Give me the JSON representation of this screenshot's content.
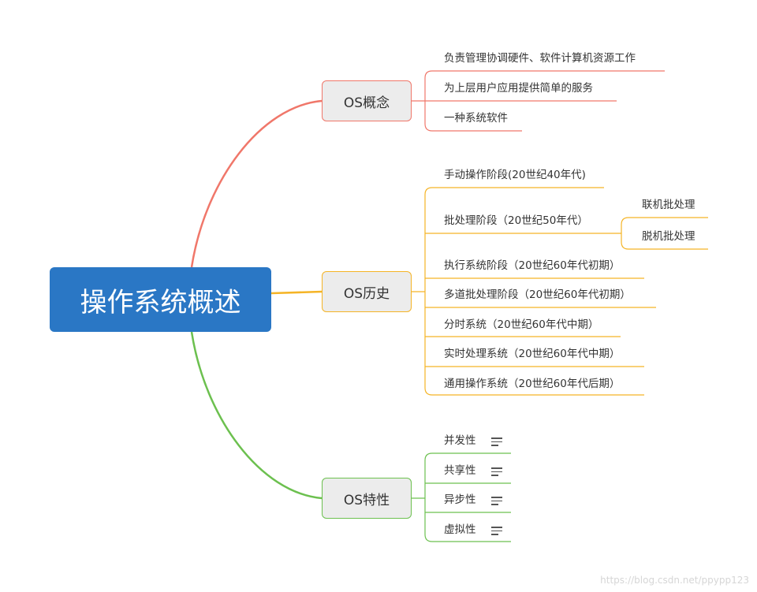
{
  "root": {
    "label": "操作系统概述"
  },
  "colors": {
    "root": "#2a77c5",
    "concept": "#f0776a",
    "history": "#f5b426",
    "features": "#6cc04f"
  },
  "branches": [
    {
      "id": "concept",
      "label": "OS概念",
      "children": [
        {
          "label": "负责管理协调硬件、软件计算机资源工作"
        },
        {
          "label": "为上层用户应用提供简单的服务"
        },
        {
          "label": "一种系统软件"
        }
      ]
    },
    {
      "id": "history",
      "label": "OS历史",
      "children": [
        {
          "label": "手动操作阶段(20世纪40年代)"
        },
        {
          "label": "批处理阶段（20世纪50年代）",
          "children": [
            {
              "label": "联机批处理"
            },
            {
              "label": "脱机批处理"
            }
          ]
        },
        {
          "label": "执行系统阶段（20世纪60年代初期）"
        },
        {
          "label": "多道批处理阶段（20世纪60年代初期）"
        },
        {
          "label": "分时系统（20世纪60年代中期）"
        },
        {
          "label": "实时处理系统（20世纪60年代中期）"
        },
        {
          "label": "通用操作系统（20世纪60年代后期）"
        }
      ]
    },
    {
      "id": "features",
      "label": "OS特性",
      "children": [
        {
          "label": "并发性",
          "icon": "notes-icon"
        },
        {
          "label": "共享性",
          "icon": "notes-icon"
        },
        {
          "label": "异步性",
          "icon": "notes-icon"
        },
        {
          "label": "虚拟性",
          "icon": "notes-icon"
        }
      ]
    }
  ],
  "watermark": "https://blog.csdn.net/ppypp123"
}
